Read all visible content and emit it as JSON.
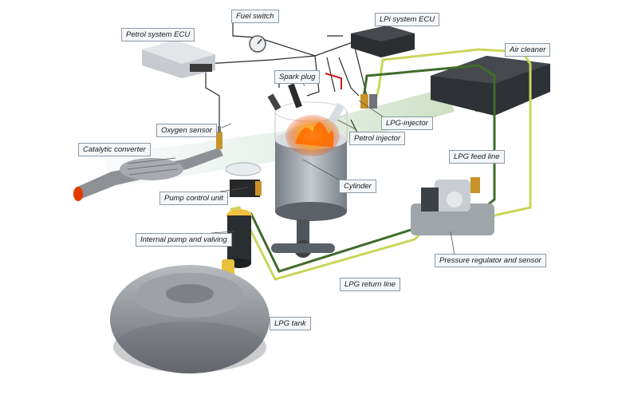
{
  "labels": {
    "fuel_switch": "Fuel switch",
    "lpi_ecu": "LPi system ECU",
    "petrol_ecu": "Petrol system ECU",
    "air_cleaner": "Air cleaner",
    "spark_plug": "Spark plug",
    "oxygen_sensor": "Oxygen sensor",
    "lpg_injector": "LPG-injector",
    "petrol_injector": "Petrol injector",
    "catalytic_converter": "Catalytic converter",
    "lpg_feed_line": "LPG feed line",
    "pump_control_unit": "Pump control unit",
    "cylinder": "Cylinder",
    "internal_pump": "Internal pump and valving",
    "pressure_regulator": "Pressure regulator and sensor",
    "lpg_return_line": "LPG return line",
    "lpg_tank": "LPG tank"
  },
  "colors": {
    "feed_line": "#c9d65a",
    "return_line": "#3f6b2a",
    "wire": "#2b2b2b",
    "tank": "#8a8d92",
    "flame": "#ff6a00",
    "ecu": "#3a3a3a"
  }
}
